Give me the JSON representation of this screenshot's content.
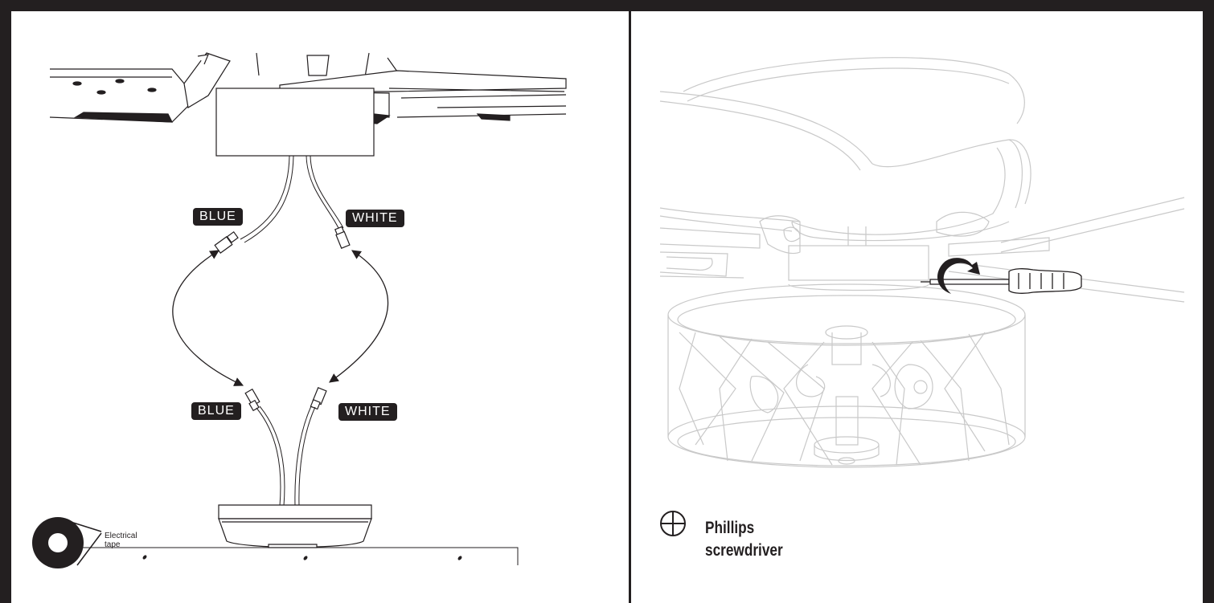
{
  "left_panel": {
    "labels": {
      "upper_blue": "BLUE",
      "upper_white": "WHITE",
      "lower_blue": "BLUE",
      "lower_white": "WHITE"
    },
    "tape": {
      "line1": "Electrical",
      "line2": "tape"
    }
  },
  "right_panel": {
    "tool": {
      "line1": "Phillips",
      "line2": "screwdriver"
    }
  },
  "colors": {
    "ink": "#231f20",
    "faded_ink": "#c9c9c9",
    "background": "#ffffff"
  },
  "icons": {
    "phillips": "phillips-icon",
    "tape": "electrical-tape-icon",
    "screwdriver": "screwdriver-icon",
    "rotation": "rotate-arrow-icon"
  }
}
